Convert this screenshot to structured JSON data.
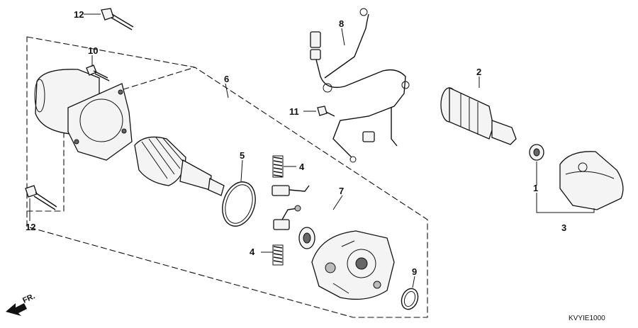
{
  "diagram": {
    "drawing_code": "KVYIE1000",
    "front_marker": "FR.",
    "callouts": [
      {
        "id": "c1",
        "label": "1"
      },
      {
        "id": "c2",
        "label": "2"
      },
      {
        "id": "c3",
        "label": "3"
      },
      {
        "id": "c4a",
        "label": "4"
      },
      {
        "id": "c4b",
        "label": "4"
      },
      {
        "id": "c5",
        "label": "5"
      },
      {
        "id": "c6",
        "label": "6"
      },
      {
        "id": "c7",
        "label": "7"
      },
      {
        "id": "c8",
        "label": "8"
      },
      {
        "id": "c9",
        "label": "9"
      },
      {
        "id": "c10",
        "label": "10"
      },
      {
        "id": "c11",
        "label": "11"
      },
      {
        "id": "c12a",
        "label": "12"
      },
      {
        "id": "c12b",
        "label": "12"
      }
    ]
  }
}
